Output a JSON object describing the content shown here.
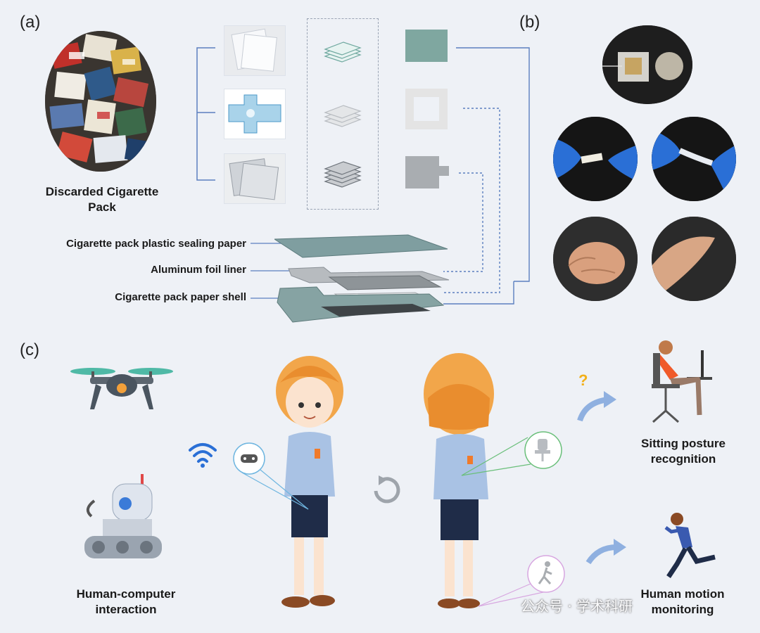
{
  "panels": {
    "a": "(a)",
    "b": "(b)",
    "c": "(c)"
  },
  "panel_a": {
    "source_label": "Discarded Cigarette Pack",
    "layers": [
      "Cigarette pack plastic sealing paper",
      "Aluminum foil liner",
      "Cigarette pack paper shell"
    ]
  },
  "panel_c": {
    "hci_label": "Human-computer interaction",
    "posture_label": "Sitting posture recognition",
    "motion_label": "Human motion monitoring",
    "question_mark": "?"
  },
  "watermark": "公众号 · 学术科研",
  "colors": {
    "line_blue": "#5b7fbf",
    "green_layer": "#7fa7a0",
    "gray_layer": "#a9adb1",
    "orange_accent": "#f2a03a",
    "glove_blue": "#2a6fd6"
  }
}
